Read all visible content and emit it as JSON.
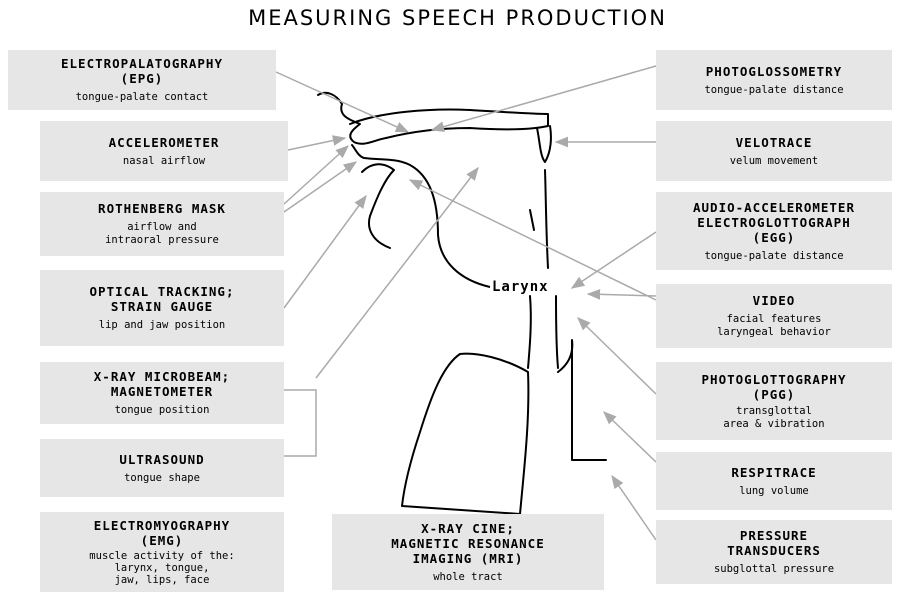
{
  "title": "MEASURING SPEECH PRODUCTION",
  "larynx_label": "Larynx",
  "left_boxes": [
    {
      "title": "ELECTROPALATOGRAPHY\n(EPG)",
      "desc": "tongue-palate contact"
    },
    {
      "title": "ACCELEROMETER",
      "desc": "nasal airflow"
    },
    {
      "title": "ROTHENBERG MASK",
      "desc": "airflow and\nintraoral pressure"
    },
    {
      "title": "OPTICAL TRACKING;\nSTRAIN GAUGE",
      "desc": "lip and jaw position"
    },
    {
      "title": "X-RAY MICROBEAM;\nMAGNETOMETER",
      "desc": "tongue position"
    },
    {
      "title": "ULTRASOUND",
      "desc": "tongue shape"
    },
    {
      "title": "ELECTROMYOGRAPHY\n(EMG)",
      "desc": "muscle activity of the:\nlarynx, tongue,\njaw, lips, face"
    }
  ],
  "right_boxes": [
    {
      "title": "PHOTOGLOSSOMETRY",
      "desc": "tongue-palate distance"
    },
    {
      "title": "VELOTRACE",
      "desc": "velum movement"
    },
    {
      "title": "AUDIO-ACCELEROMETER\nELECTROGLOTTOGRAPH\n(EGG)",
      "desc": "tongue-palate distance"
    },
    {
      "title": "VIDEO",
      "desc": "facial features\nlaryngeal behavior"
    },
    {
      "title": "PHOTOGLOTTOGRAPHY\n(PGG)",
      "desc": "transglottal\narea & vibration"
    },
    {
      "title": "RESPITRACE",
      "desc": "lung volume"
    },
    {
      "title": "PRESSURE\nTRANSDUCERS",
      "desc": "subglottal pressure"
    }
  ],
  "bottom_box": {
    "title": "X-RAY CINE;\nMAGNETIC RESONANCE\nIMAGING (MRI)",
    "desc": "whole tract"
  }
}
